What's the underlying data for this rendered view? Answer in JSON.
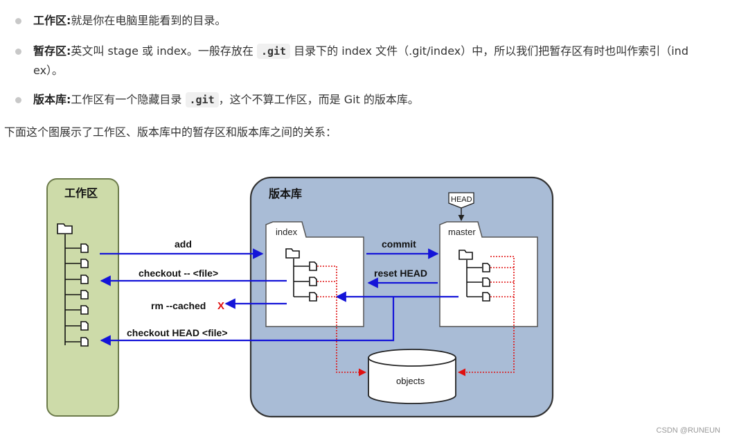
{
  "bullets": [
    {
      "term": "工作区:",
      "text": "就是你在电脑里能看到的目录。"
    },
    {
      "term": "暂存区:",
      "text_before": "英文叫 stage 或 index。一般存放在 ",
      "code": ".git",
      "text_after_line1": " 目录下的 index 文件（.git/index）中，所以我们把暂存区有时也叫作索引（ind",
      "text_line2": "ex）。"
    },
    {
      "term": "版本库:",
      "text_before": "工作区有一个隐藏目录 ",
      "code": ".git",
      "text_after": "，这个不算工作区，而是 Git 的版本库。"
    }
  ],
  "paragraph": "下面这个图展示了工作区、版本库中的暂存区和版本库之间的关系：",
  "diagram": {
    "workspace_title": "工作区",
    "repo_title": "版本库",
    "index_tab": "index",
    "master_tab": "master",
    "head_label": "HEAD",
    "objects_label": "objects",
    "arrows": {
      "add": "add",
      "checkout_file": "checkout -- <file>",
      "rm_cached": "rm --cached",
      "rm_x": "X",
      "checkout_head": "checkout HEAD <file>",
      "commit": "commit",
      "reset_head": "reset HEAD"
    },
    "colors": {
      "workspace_fill": "#cddba9",
      "workspace_stroke": "#6b7a4a",
      "repo_fill": "#a9bcd6",
      "repo_stroke": "#4a4a4a",
      "arrow_blue": "#1414d8",
      "dotted_red": "#e01010"
    }
  },
  "watermark": "CSDN @RUNEUN"
}
